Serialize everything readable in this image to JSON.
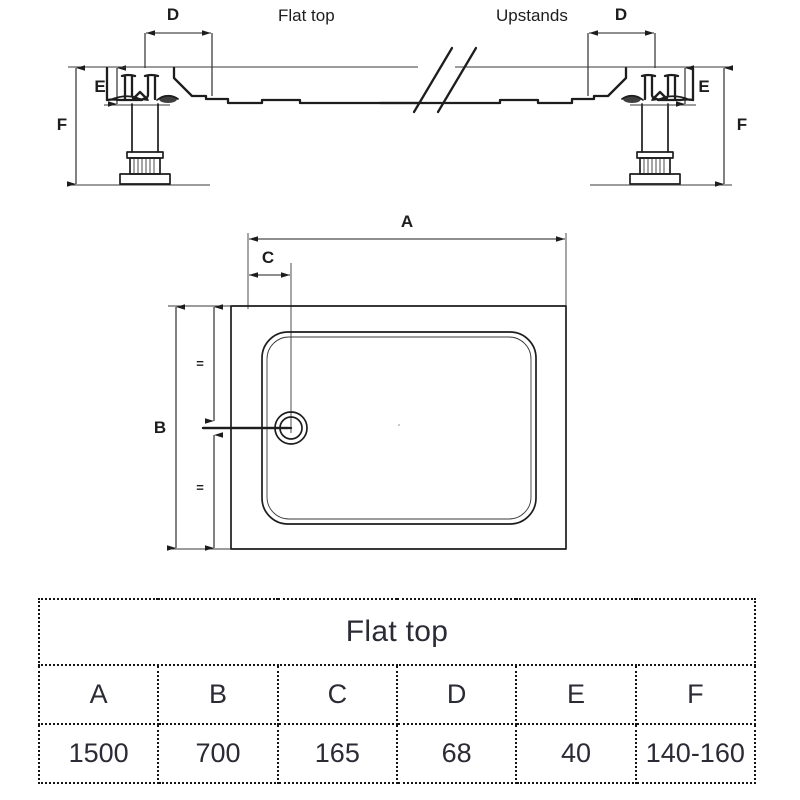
{
  "drawing": {
    "section_view": {
      "label_left": "Flat top",
      "label_right": "Upstands",
      "dimensions": {
        "d_left": "D",
        "d_right": "D",
        "e_left": "E",
        "e_right": "E",
        "f_left": "F",
        "f_right": "F"
      }
    },
    "plan_view": {
      "dimensions": {
        "a": "A",
        "b": "B",
        "c": "C",
        "equal_upper": "=",
        "equal_lower": "="
      }
    }
  },
  "table": {
    "title": "Flat top",
    "headers": [
      "A",
      "B",
      "C",
      "D",
      "E",
      "F"
    ],
    "values": [
      "1500",
      "700",
      "165",
      "68",
      "40",
      "140-160"
    ]
  },
  "colors": {
    "line": "#1d1d1d",
    "background": "#ffffff",
    "table_text": "#2b2b36"
  }
}
